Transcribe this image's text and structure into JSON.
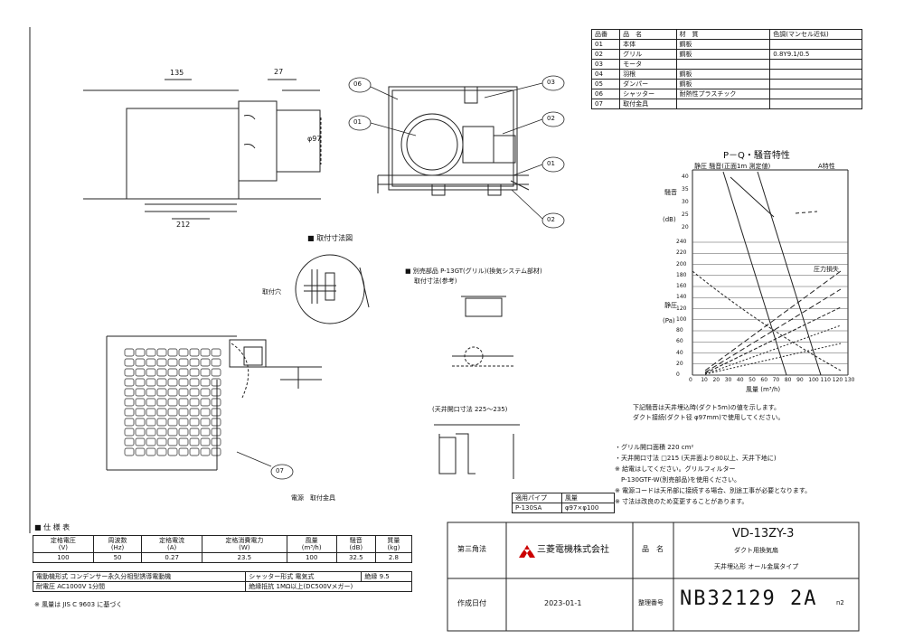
{
  "parts_table": {
    "headers": [
      "品番",
      "品　名",
      "材　質",
      "色調(マンセル近似)"
    ],
    "rows": [
      {
        "no": "01",
        "name": "本体",
        "material": "鋼板",
        "color": ""
      },
      {
        "no": "02",
        "name": "グリル",
        "material": "鋼板",
        "color": "0.8Y9.1/0.5"
      },
      {
        "no": "03",
        "name": "モータ",
        "material": "",
        "color": ""
      },
      {
        "no": "04",
        "name": "羽根",
        "material": "鋼板",
        "color": ""
      },
      {
        "no": "05",
        "name": "ダンパー",
        "material": "鋼板",
        "color": ""
      },
      {
        "no": "06",
        "name": "シャッター",
        "material": "耐熱性プラスチック",
        "color": ""
      },
      {
        "no": "07",
        "name": "取付金具",
        "material": "",
        "color": ""
      }
    ]
  },
  "callouts": [
    "06",
    "03",
    "01",
    "02",
    "01",
    "02",
    "07"
  ],
  "labels": {
    "install_dims": "■ 取付寸法図",
    "bolt_note": "取付穴",
    "option_title": "■ 別売部品 P-13GT(グリル)(換気システム部材)",
    "option_sub": "取付寸法(参考)",
    "opening": "(天井開口寸法 225～235)",
    "fix_note": "電源　取付金具",
    "dim_135": "135",
    "dim_212": "212",
    "dim_27": "27",
    "dim_pipe": "φ97"
  },
  "graph": {
    "title": "P－Q・騒音特性",
    "top_left": "静圧 騒音(正面1m 測定値)",
    "top_right": "A特性",
    "y_left_top": "騒音",
    "y_left_top_unit": "(dB)",
    "y_left_bot": "静圧",
    "y_left_bot_unit": "(Pa)",
    "x_label": "風量 (m³/h)",
    "curve_label": "圧力損失",
    "x_ticks": [
      "0",
      "10",
      "20",
      "30",
      "40",
      "50",
      "60",
      "70",
      "80",
      "90",
      "100",
      "110",
      "120",
      "130"
    ],
    "noise_ticks": [
      "40",
      "35",
      "30",
      "25",
      "20"
    ],
    "pa_ticks": [
      "240",
      "220",
      "200",
      "180",
      "160",
      "140",
      "120",
      "100",
      "80",
      "60",
      "40",
      "20",
      "0"
    ]
  },
  "graph_notes": [
    "下記騒音は天井埋込時(ダクト5m)の値を示します。",
    "ダクト接続(ダクト径 φ97mm)で使用してください。"
  ],
  "notes": [
    "・グリル開口面積 220 cm²",
    "・天井開口寸法 □215 (天井面より80以上、天井下地に)",
    "※ 給電はしてください。グリルフィルター",
    "　P-130GTF-W(別売部品)を使用ください。",
    "※ 電源コードは天吊部に接続する場合、別途工事が必要となります。",
    "※ 寸法は改良のため変更することがあります。"
  ],
  "small_spec": {
    "header": [
      "適用パイプ",
      "風量"
    ],
    "rows": [
      [
        "P-130SA",
        "φ97×φ100"
      ]
    ]
  },
  "spec": {
    "title": "■ 仕 様 表",
    "headers": [
      "定格電圧\n(V)",
      "周波数\n(Hz)",
      "定格電流\n(A)",
      "定格消費電力\n(W)",
      "風量\n(m³/h)",
      "騒音\n(dB)",
      "質量\n(kg)"
    ],
    "row": [
      "100",
      "50",
      "0.27",
      "23.5",
      "100",
      "32.5",
      "2.8"
    ],
    "row2_left": "電動機形式  コンデンサー永久分相型誘導電動機",
    "row2_mid": "シャッター形式  電気式",
    "row2_right": "絶縁 9.5",
    "row3_left": "耐電圧 AC1000V 1分間",
    "row3_mid": "絶縁抵抗 1MΩ以上(DC500Vメガー)",
    "footer": "※ 風量は JIS C 9603 に基づく"
  },
  "title_block": {
    "unit_label": "第三角法",
    "company": "三菱電機株式会社",
    "name_label": "品　名",
    "model": "VD-13ZY-3",
    "desc1": "ダクト用換気扇",
    "desc2": "天井埋込形 オール金属タイプ",
    "date_label": "作成日付",
    "date": "2023-01-1",
    "drawing_label": "整理番号",
    "drawing_no": "NB32129 2A",
    "rev": "n2"
  }
}
